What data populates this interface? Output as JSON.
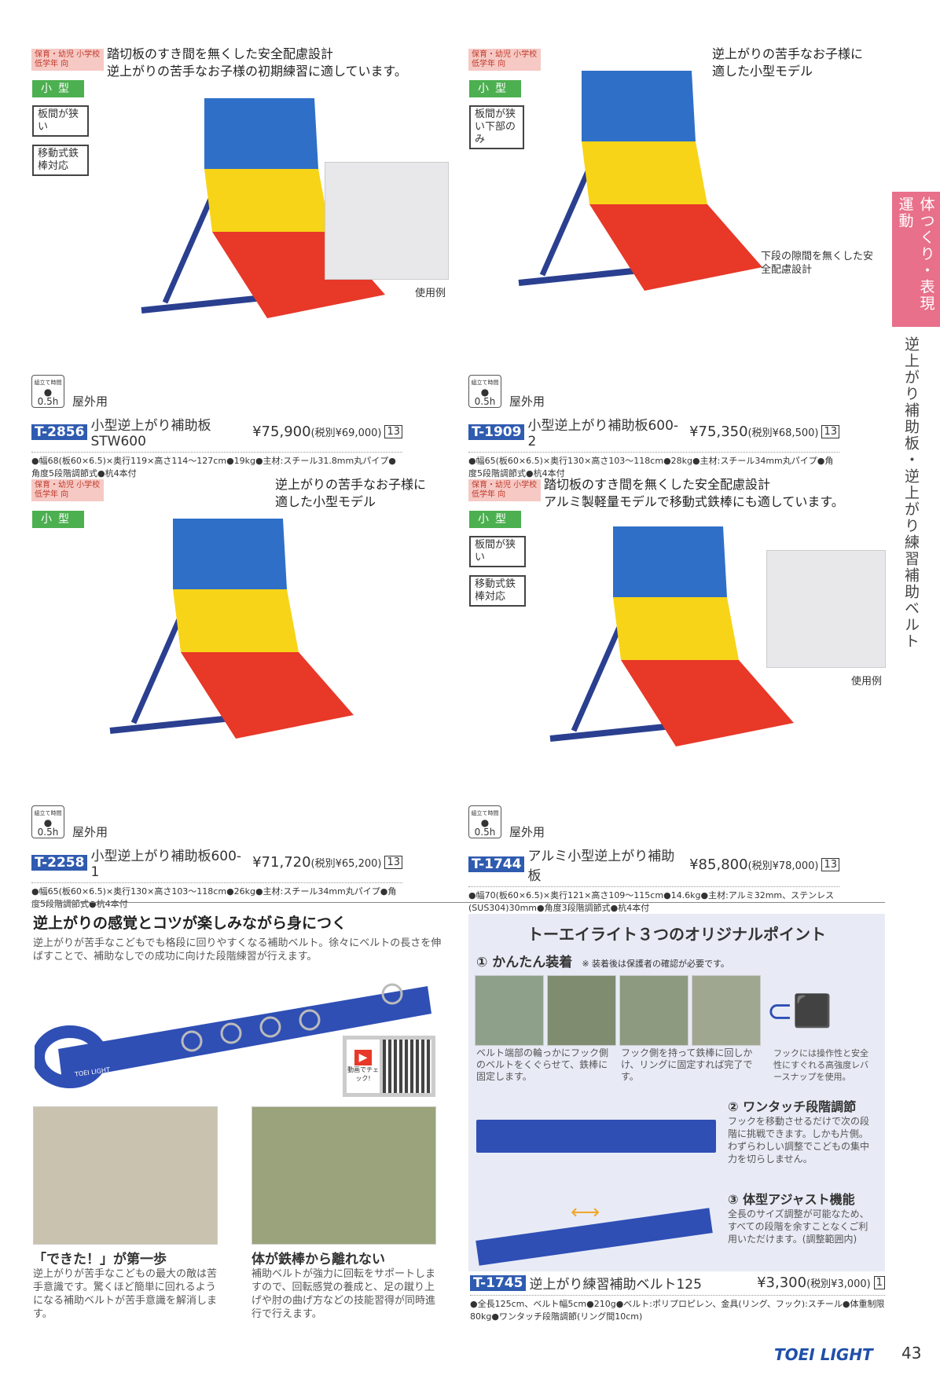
{
  "side_tab": {
    "category": "体つくり・表現運動",
    "subcategory": "逆上がり補助板・逆上がり練習補助ベルト"
  },
  "tags": {
    "age": "保育・幼児 小学校低学年 向",
    "size": "小型",
    "narrow": "板間が狭い",
    "narrow_lower": "板間が狭い下部のみ",
    "movable": "移動式鉄棒対応",
    "assembly_label": "組立て時間",
    "assembly_time": "0.5h",
    "outdoor": "屋外用",
    "usage_example": "使用例"
  },
  "products": [
    {
      "code": "T-2856",
      "name": "小型逆上がり補助板STW600",
      "price": "¥75,900",
      "tax": "(税別¥69,000)",
      "qty": "13",
      "catch": [
        "踏切板のすき間を無くした安全配慮設計",
        "逆上がりの苦手なお子様の初期練習に適しています。"
      ],
      "spec": "●幅68(板60×6.5)×奥行119×高さ114〜127cm●19kg●主材:スチール31.8mm丸パイプ●角度5段階調節式●杭4本付"
    },
    {
      "code": "T-1909",
      "name": "小型逆上がり補助板600-2",
      "price": "¥75,350",
      "tax": "(税別¥68,500)",
      "qty": "13",
      "catch": [
        "逆上がりの苦手なお子様に",
        "適した小型モデル"
      ],
      "note": "下段の隙間を無くした安全配慮設計",
      "spec": "●幅65(板60×6.5)×奥行130×高さ103〜118cm●28kg●主材:スチール34mm丸パイプ●角度5段階調節式●杭4本付"
    },
    {
      "code": "T-2258",
      "name": "小型逆上がり補助板600-1",
      "price": "¥71,720",
      "tax": "(税別¥65,200)",
      "qty": "13",
      "catch": [
        "逆上がりの苦手なお子様に",
        "適した小型モデル"
      ],
      "spec": "●幅65(板60×6.5)×奥行130×高さ103〜118cm●26kg●主材:スチール34mm丸パイプ●角度5段階調節式●杭4本付"
    },
    {
      "code": "T-1744",
      "name": "アルミ小型逆上がり補助板",
      "price": "¥85,800",
      "tax": "(税別¥78,000)",
      "qty": "13",
      "catch": [
        "踏切板のすき間を無くした安全配慮設計",
        "アルミ製軽量モデルで移動式鉄棒にも適しています。"
      ],
      "spec": "●幅70(板60×6.5)×奥行121×高さ109〜115cm●14.6kg●主材:アルミ32mm、ステンレス(SUS304)30mm●角度3段階調節式●杭4本付"
    }
  ],
  "belt_section": {
    "heading": "逆上がりの感覚とコツが楽しみながら身につく",
    "intro": "逆上がりが苦手なこどもでも格段に回りやすくなる補助ベルト。徐々にベルトの長さを伸ばすことで、補助なしでの成功に向けた段階練習が行えます。",
    "video_label": "動画でチェック!",
    "belt_brand": "TOEI LIGHT",
    "points": [
      {
        "title": "「できた！」が第一歩",
        "text": "逆上がりが苦手なこどもの最大の敵は苦手意識です。驚くほど簡単に回れるようになる補助ベルトが苦手意識を解消します。"
      },
      {
        "title": "体が鉄棒から離れない",
        "text": "補助ベルトが強力に回転をサポートしますので、回転感覚の養成と、足の蹴り上げや肘の曲げ方などの技能習得が同時進行で行えます。"
      }
    ]
  },
  "original_points": {
    "title": "トーエイライト３つのオリジナルポイント",
    "p1_title": "① かんたん装着",
    "p1_note": "※ 装着後は保護者の確認が必要です。",
    "p1_cap1": "ベルト端部の輪っかにフック側のベルトをくぐらせて、鉄棒に固定します。",
    "p1_cap2": "フック側を持って鉄棒に回しかけ、リングに固定すれば完了です。",
    "p1_cap3": "フックには操作性と安全性にすぐれる高強度レバースナップを使用。",
    "p2_title": "② ワンタッチ段階調節",
    "p2_text": "フックを移動させるだけで次の段階に挑戦できます。しかも片側。わずらわしい調整でこどもの集中力を切らしません。",
    "p3_title": "③ 体型アジャスト機能",
    "p3_text": "全長のサイズ調整が可能なため、すべての段階を余すことなくご利用いただけます。(調整範囲内)"
  },
  "belt_product": {
    "code": "T-1745",
    "name": "逆上がり練習補助ベルト125",
    "price": "¥3,300",
    "tax": "(税別¥3,000)",
    "qty": "1",
    "spec": "●全長125cm、ベルト幅5cm●210g●ベルト:ポリプロピレン、金具(リング、フック):スチール●体重制限80kg●ワンタッチ段階調節(リング間10cm)"
  },
  "footer": {
    "brand": "TOEI LIGHT",
    "page": "43"
  },
  "colors": {
    "blue": "#2f5bb0",
    "yellow": "#f7d417",
    "red": "#e83828",
    "green": "#4caf50",
    "pink": "#e8708a"
  }
}
